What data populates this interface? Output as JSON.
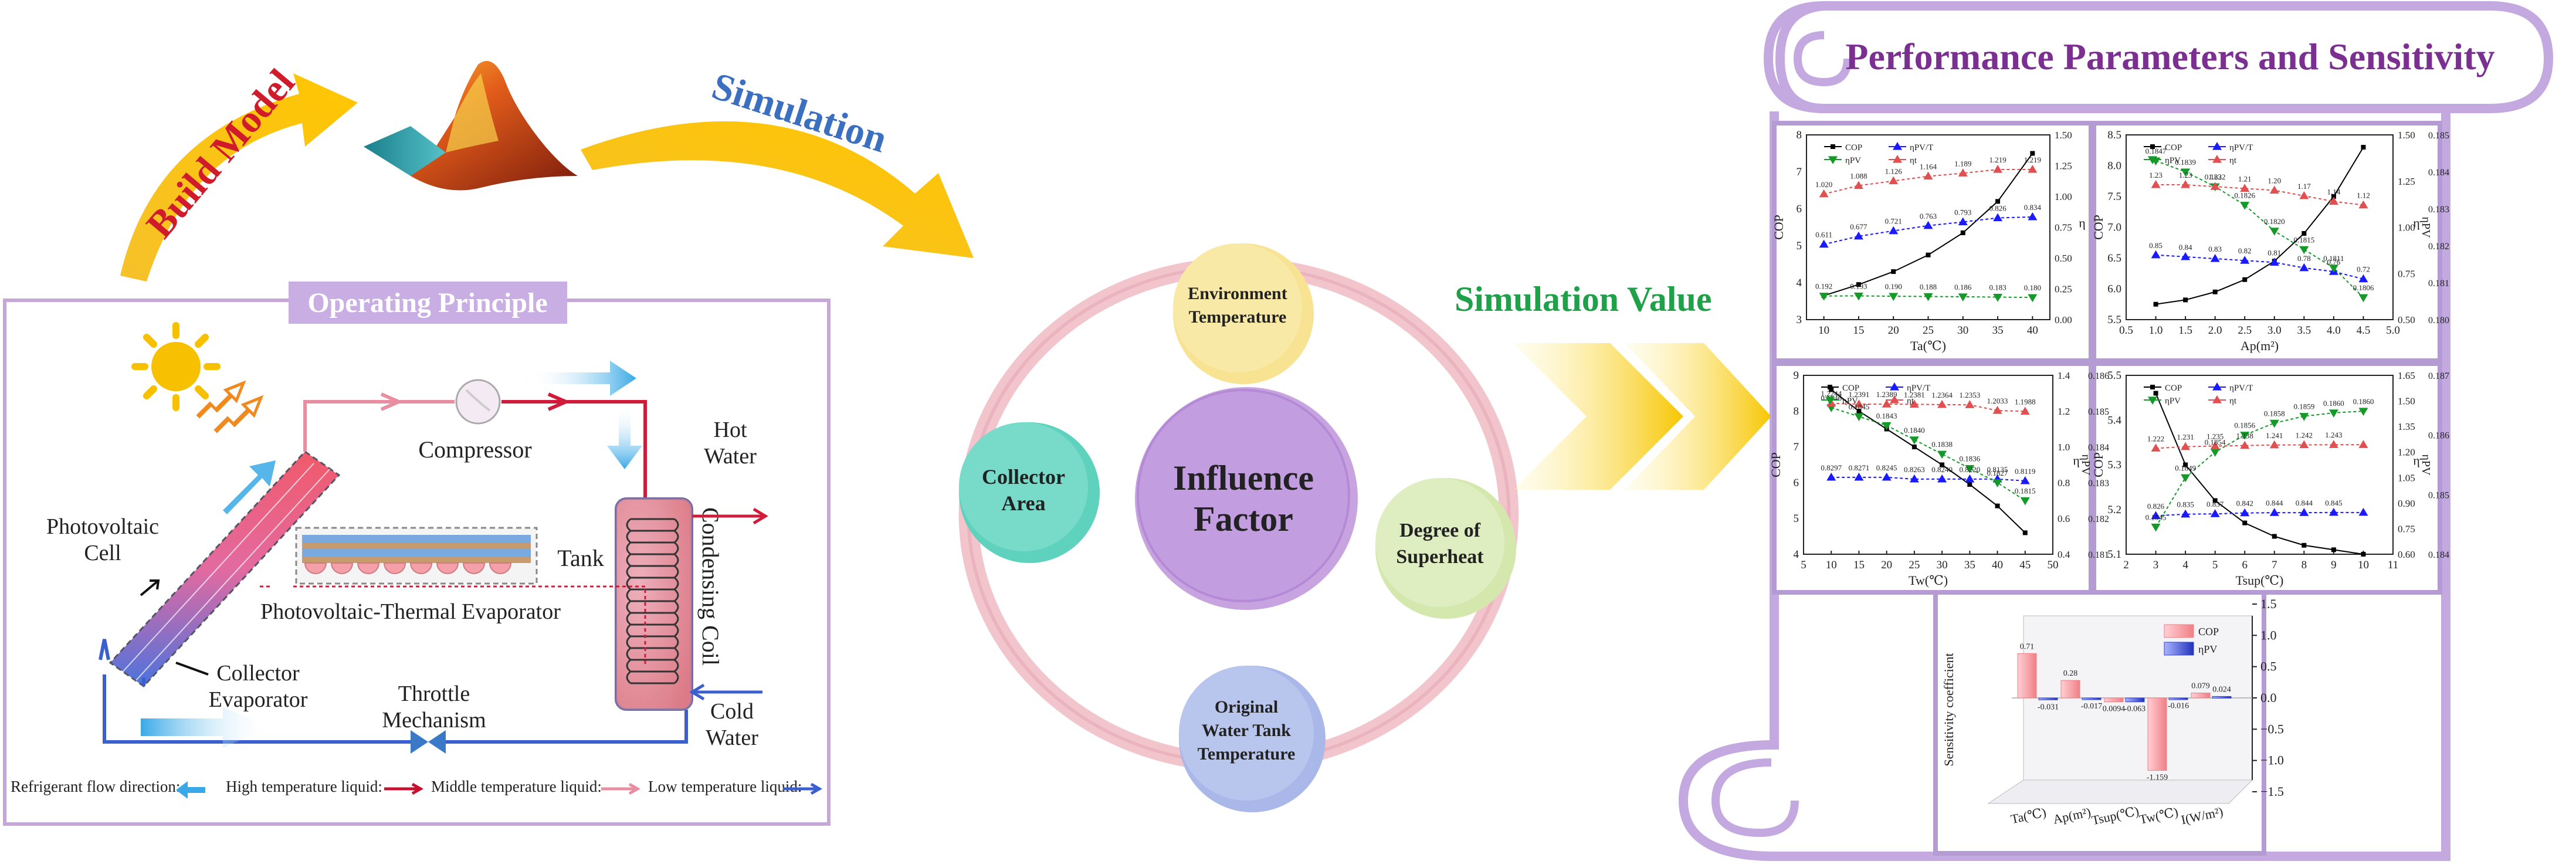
{
  "top": {
    "build_model": "Build Model",
    "simulation": "Simulation",
    "simulation_value": "Simulation Value"
  },
  "operating_principle": {
    "title": "Operating Principle",
    "labels": {
      "compressor": "Compressor",
      "hot_water_1": "Hot",
      "hot_water_2": "Water",
      "tank": "Tank",
      "condensing_coil": "Condensing Coil",
      "pv_cell_1": "Photovoltaic",
      "pv_cell_2": "Cell",
      "pvt_evaporator": "Photovoltaic-Thermal Evaporator",
      "collector_1": "Collector",
      "collector_2": "Evaporator",
      "throttle_1": "Throttle",
      "throttle_2": "Mechanism",
      "cold_water_1": "Cold",
      "cold_water_2": "Water"
    },
    "legend": {
      "flow": "Refrigerant flow direction:",
      "high": "High temperature liquid:",
      "middle": "Middle temperature liquid:",
      "low": "Low temperature liquid:"
    }
  },
  "influence": {
    "center_1": "Influence",
    "center_2": "Factor",
    "env_1": "Environment",
    "env_2": "Temperature",
    "collector_1": "Collector",
    "collector_2": "Area",
    "superheat_1": "Degree of",
    "superheat_2": "Superheat",
    "water_1": "Original",
    "water_2": "Water Tank",
    "water_3": "Temperature"
  },
  "panel": {
    "title": "Performance Parameters and Sensitivity"
  },
  "colors": {
    "yellow": "#f7c600",
    "purple": "#7b2f91",
    "lavender_border": "#b49bd4",
    "green": "#1fa14a",
    "blue_text": "#3b6fbf",
    "red_text": "#d01c2a"
  },
  "chart_data": [
    {
      "type": "line",
      "xlabel": "Ta(℃)",
      "ylabel": "COP",
      "ylabel_right": "η",
      "x": [
        10,
        15,
        20,
        25,
        30,
        35,
        40
      ],
      "ylim": [
        3,
        8
      ],
      "ylim_right": [
        0,
        1.5
      ],
      "x_ticks": [
        "10",
        "15",
        "20",
        "25",
        "30",
        "35",
        "40"
      ],
      "y_ticks": [
        "3",
        "4",
        "5",
        "6",
        "7",
        "8"
      ],
      "y_ticks_right": [
        "0.00",
        "0.25",
        "0.50",
        "0.75",
        "1.00",
        "1.25",
        "1.50"
      ],
      "series": [
        {
          "name": "COP",
          "color": "#000000",
          "axis": "left",
          "values": [
            3.65,
            3.95,
            4.3,
            4.75,
            5.35,
            6.2,
            7.5
          ]
        },
        {
          "name": "ηPV/T",
          "color": "#1a1aff",
          "axis": "right",
          "values": [
            0.611,
            0.677,
            0.721,
            0.763,
            0.793,
            0.826,
            0.834
          ]
        },
        {
          "name": "ηPV",
          "color": "#159a2a",
          "axis": "right",
          "values": [
            0.192,
            0.193,
            0.19,
            0.188,
            0.186,
            0.183,
            0.18
          ]
        },
        {
          "name": "ηt",
          "color": "#e05050",
          "axis": "right",
          "values": [
            1.02,
            1.088,
            1.126,
            1.164,
            1.189,
            1.219,
            1.219
          ]
        }
      ],
      "data_labels": [
        {
          "series": 3,
          "texts": [
            "1.020",
            "1.088",
            "1.126",
            "1.164",
            "1.189",
            "1.219",
            "1.219"
          ]
        },
        {
          "series": 1,
          "texts": [
            "0.611",
            "0.677",
            "0.721",
            "0.763",
            "0.793",
            "0.826",
            "0.834"
          ]
        },
        {
          "series": 2,
          "texts": [
            "0.192",
            "0.193",
            "0.190",
            "0.188",
            "0.186",
            "0.183",
            "0.180"
          ]
        }
      ]
    },
    {
      "type": "line",
      "xlabel": "Ap(m²)",
      "ylabel": "COP",
      "ylabel_right": "η",
      "ylabel_right2": "ηPV",
      "x": [
        1.0,
        1.5,
        2.0,
        2.5,
        3.0,
        3.5,
        4.0,
        4.5
      ],
      "ylim": [
        5.5,
        8.5
      ],
      "ylim_right": [
        0.5,
        1.5
      ],
      "x_ticks": [
        "0.5",
        "1.0",
        "1.5",
        "2.0",
        "2.5",
        "3.0",
        "3.5",
        "4.0",
        "4.5",
        "5.0"
      ],
      "y_ticks": [
        "5.5",
        "6.0",
        "6.5",
        "7.0",
        "7.5",
        "8.0",
        "8.5"
      ],
      "y_ticks_right": [
        "0.50",
        "0.75",
        "1.00",
        "1.25",
        "1.50"
      ],
      "y_ticks_right2": [
        "0.180",
        "0.181",
        "0.182",
        "0.183",
        "0.184",
        "0.185"
      ],
      "series": [
        {
          "name": "COP",
          "color": "#000000",
          "axis": "left",
          "values": [
            5.75,
            5.82,
            5.95,
            6.15,
            6.45,
            6.9,
            7.5,
            8.3
          ]
        },
        {
          "name": "ηPV/T",
          "color": "#1a1aff",
          "axis": "right",
          "values": [
            0.85,
            0.84,
            0.83,
            0.82,
            0.81,
            0.78,
            0.76,
            0.72
          ]
        },
        {
          "name": "ηPV",
          "color": "#159a2a",
          "axis": "right",
          "values": [
            1.36,
            1.3,
            1.22,
            1.12,
            0.98,
            0.88,
            0.78,
            0.62
          ]
        },
        {
          "name": "ηt",
          "color": "#e05050",
          "axis": "right",
          "values": [
            1.23,
            1.23,
            1.22,
            1.21,
            1.2,
            1.17,
            1.14,
            1.12
          ]
        }
      ],
      "data_labels": [
        {
          "series": 2,
          "texts": [
            "0.1847",
            "0.1839",
            "0.1832",
            "0.1826",
            "0.1820",
            "0.1815",
            "0.1811",
            "0.1806"
          ]
        },
        {
          "series": 3,
          "texts": [
            "1.23",
            "1.23",
            "1.22",
            "1.21",
            "1.20",
            "1.17",
            "1.14",
            "1.12"
          ]
        },
        {
          "series": 1,
          "texts": [
            "0.85",
            "0.84",
            "0.83",
            "0.82",
            "0.81",
            "0.78",
            "0.76",
            "0.72"
          ]
        }
      ]
    },
    {
      "type": "line",
      "xlabel": "Tw(℃)",
      "ylabel": "COP",
      "ylabel_right": "η",
      "ylabel_right2": "ηPV",
      "x": [
        10,
        15,
        20,
        25,
        30,
        35,
        40,
        45
      ],
      "ylim": [
        4,
        9
      ],
      "ylim_right": [
        0.4,
        1.4
      ],
      "x_ticks": [
        "5",
        "10",
        "15",
        "20",
        "25",
        "30",
        "35",
        "40",
        "45",
        "50"
      ],
      "y_ticks": [
        "4",
        "5",
        "6",
        "7",
        "8",
        "9"
      ],
      "y_ticks_right": [
        "0.4",
        "0.6",
        "0.8",
        "1.0",
        "1.2",
        "1.4"
      ],
      "y_ticks_right2": [
        "0.181",
        "0.182",
        "0.183",
        "0.184",
        "0.185",
        "0.186"
      ],
      "series": [
        {
          "name": "COP",
          "color": "#000000",
          "axis": "left",
          "values": [
            8.6,
            8.0,
            7.5,
            7.0,
            6.5,
            5.95,
            5.35,
            4.6
          ]
        },
        {
          "name": "ηPV/T",
          "color": "#1a1aff",
          "axis": "right",
          "values": [
            0.83,
            0.83,
            0.83,
            0.82,
            0.82,
            0.82,
            0.82,
            0.81
          ]
        },
        {
          "name": "ηPV",
          "color": "#159a2a",
          "axis": "right",
          "values": [
            1.22,
            1.17,
            1.12,
            1.04,
            0.96,
            0.88,
            0.8,
            0.7
          ]
        },
        {
          "name": "ηt",
          "color": "#e05050",
          "axis": "right",
          "values": [
            1.244,
            1.239,
            1.2389,
            1.2381,
            1.2364,
            1.2353,
            1.2033,
            1.1988
          ]
        }
      ],
      "data_labels": [
        {
          "series": 3,
          "texts": [
            "1.2244",
            "1.2391",
            "1.2389",
            "1.2381",
            "1.2364",
            "1.2353",
            "1.2033",
            "1.1988"
          ]
        },
        {
          "series": 2,
          "texts": [
            "0.1846",
            "0.1845",
            "0.1843",
            "0.1840",
            "0.1838",
            "0.1836",
            "0.1827",
            "0.1815"
          ]
        },
        {
          "series": 1,
          "texts": [
            "0.8297",
            "0.8271",
            "0.8245",
            "0.8263",
            "0.8240",
            "0.8220",
            "0.8135",
            "0.8119"
          ]
        }
      ]
    },
    {
      "type": "line",
      "xlabel": "Tsup(℃)",
      "ylabel": "COP",
      "ylabel_right": "η",
      "ylabel_right2": "ηPV",
      "x": [
        3,
        4,
        5,
        6,
        7,
        8,
        9,
        10
      ],
      "ylim": [
        5.1,
        5.5
      ],
      "ylim_right": [
        0.6,
        1.65
      ],
      "x_ticks": [
        "2",
        "3",
        "4",
        "5",
        "6",
        "7",
        "8",
        "9",
        "10",
        "11"
      ],
      "y_ticks": [
        "5.1",
        "5.2",
        "5.3",
        "5.4",
        "5.5"
      ],
      "y_ticks_right": [
        "0.60",
        "0.75",
        "0.90",
        "1.05",
        "1.20",
        "1.35",
        "1.50",
        "1.65"
      ],
      "y_ticks_right2": [
        "0.184",
        "0.185",
        "0.186",
        "0.187"
      ],
      "series": [
        {
          "name": "COP",
          "color": "#000000",
          "axis": "left",
          "values": [
            5.46,
            5.3,
            5.22,
            5.17,
            5.14,
            5.12,
            5.11,
            5.1
          ]
        },
        {
          "name": "ηPV/T",
          "color": "#1a1aff",
          "axis": "right",
          "values": [
            0.826,
            0.835,
            0.837,
            0.842,
            0.844,
            0.844,
            0.845,
            0.845
          ]
        },
        {
          "name": "ηPV",
          "color": "#159a2a",
          "axis": "right",
          "values": [
            0.76,
            1.05,
            1.2,
            1.3,
            1.37,
            1.41,
            1.43,
            1.44
          ]
        },
        {
          "name": "ηt",
          "color": "#e05050",
          "axis": "right",
          "values": [
            1.222,
            1.231,
            1.235,
            1.238,
            1.241,
            1.242,
            1.243,
            1.243
          ]
        }
      ],
      "data_labels": [
        {
          "series": 2,
          "texts": [
            "0.1845",
            "0.1849",
            "0.1854",
            "0.1856",
            "0.1858",
            "0.1859",
            "0.1860",
            "0.1860"
          ]
        },
        {
          "series": 3,
          "texts": [
            "1.222",
            "1.231",
            "1.235",
            "1.238",
            "1.241",
            "1.242",
            "1.243",
            ""
          ]
        },
        {
          "series": 1,
          "texts": [
            "0.826",
            "0.835",
            "0.837",
            "0.842",
            "0.844",
            "0.844",
            "0.845",
            ""
          ]
        }
      ]
    },
    {
      "type": "bar",
      "title": "",
      "ylabel": "Sensitivity coefficient",
      "categories": [
        "Ta(℃)",
        "Ap(m²)",
        "Tsup(℃)",
        "Tw(℃)",
        "I(W/m²)"
      ],
      "ylim": [
        -1.5,
        1.5
      ],
      "y_ticks": [
        "1.5",
        "1.0",
        "0.5",
        "0.0",
        "−0.5",
        "−1.0",
        "−1.5"
      ],
      "series": [
        {
          "name": "COP",
          "color": "#f07f86",
          "values": [
            0.71,
            0.28,
            -0.063,
            -1.159,
            0.079
          ]
        },
        {
          "name": "ηPV",
          "color": "#3344cc",
          "values": [
            -0.031,
            -0.017,
            -0.063,
            -0.016,
            0.024
          ]
        }
      ],
      "data_labels": [
        {
          "series": 0,
          "texts": [
            "0.71",
            "0.28",
            "",
            "",
            "0.079"
          ]
        },
        {
          "series": 1,
          "texts": [
            "-0.031",
            "-0.017",
            "-0.063",
            "-0.016",
            "0.024"
          ]
        },
        {
          "series": 0,
          "texts": [
            "",
            "",
            "0.0094",
            "-1.159",
            ""
          ]
        }
      ]
    }
  ]
}
